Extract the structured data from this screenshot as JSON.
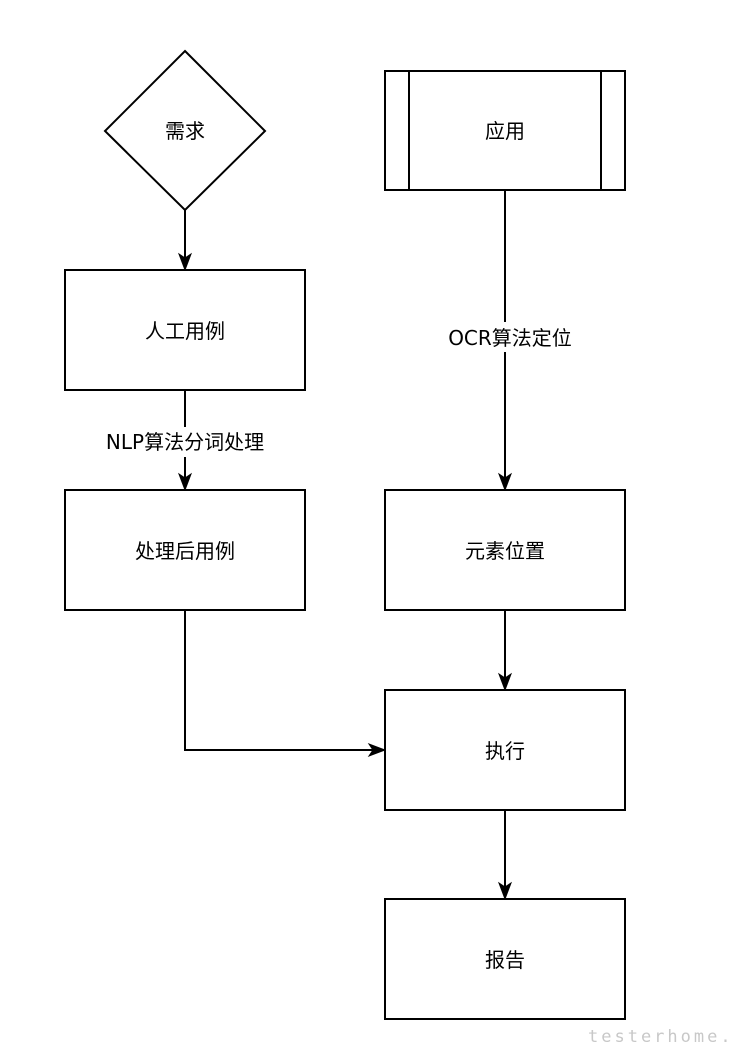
{
  "nodes": {
    "requirement": "需求",
    "manual_cases": "人工用例",
    "processed_cases": "处理后用例",
    "application": "应用",
    "element_position": "元素位置",
    "execute": "执行",
    "report": "报告"
  },
  "edges": {
    "nlp_label": "NLP算法分词处理",
    "ocr_label": "OCR算法定位"
  },
  "watermark": "testerhome.com"
}
